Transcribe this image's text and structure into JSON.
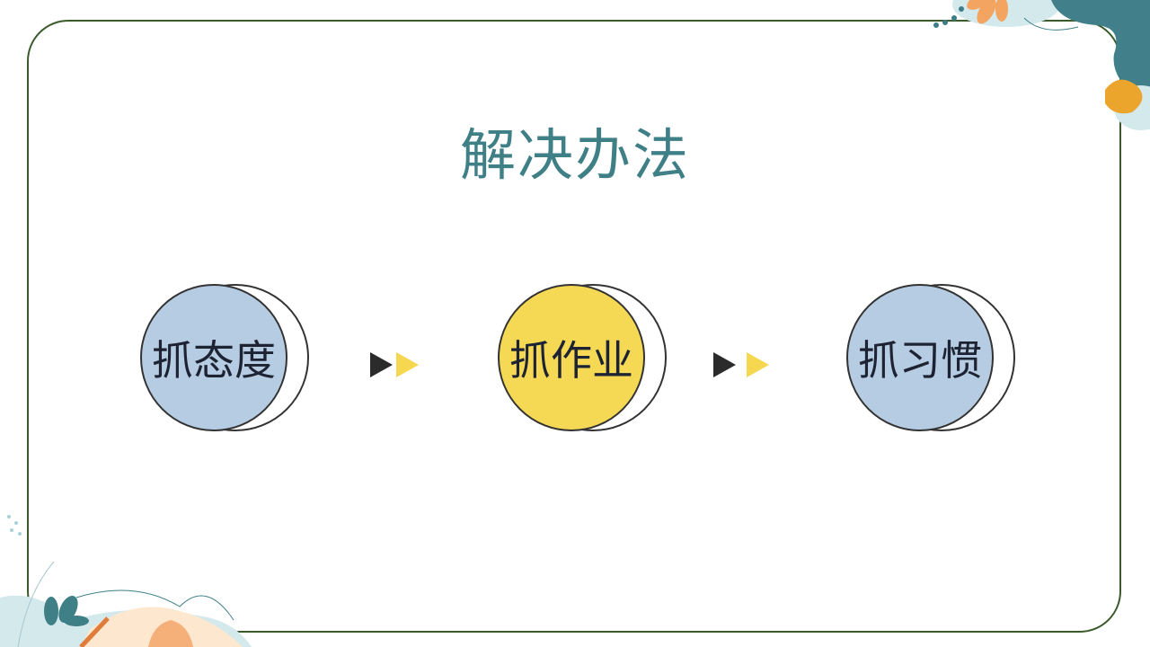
{
  "title": "解决办法",
  "steps": [
    {
      "label": "抓态度",
      "color": "#b6cce2"
    },
    {
      "label": "抓作业",
      "color": "#f5d955"
    },
    {
      "label": "抓习惯",
      "color": "#b6cce2"
    }
  ],
  "colors": {
    "frame": "#3b5a2c",
    "title": "#3f7f86",
    "arrow_dark": "#2b2b2b",
    "arrow_yellow": "#f5d850"
  }
}
